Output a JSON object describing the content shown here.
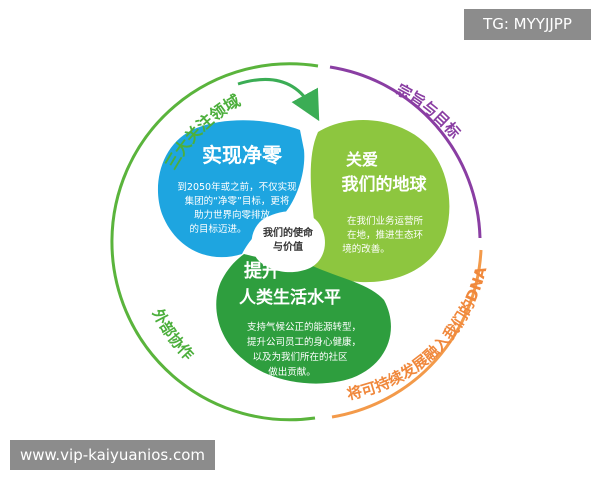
{
  "watermark": {
    "tag": "TG: MYYJJPP",
    "url": "www.vip-kaiyuanios.com"
  },
  "ring_labels": {
    "top_left": "三大关注领域",
    "top_right": "宗旨与目标",
    "bottom_right": "将可持续发展融入我们的DNA",
    "left": "外部协作"
  },
  "center": {
    "line1": "我们的使命",
    "line2": "与价值"
  },
  "lobes": {
    "blue": {
      "title": "实现净零",
      "body": [
        "到2050年或之前，不仅实现",
        "集团的“净零”目标，更将",
        "助力世界向零排放",
        "的目标迈进。"
      ]
    },
    "lime": {
      "title_lines": [
        "关爱",
        "我们的地球"
      ],
      "body": [
        "在我们业务运营所",
        "在地，推进生态环",
        "境的改善。"
      ]
    },
    "green": {
      "title_lines": [
        "提升",
        "人类生活水平"
      ],
      "body": [
        "支持气候公正的能源转型，",
        "提升公司员工的身心健康，",
        "以及为我们所在的社区",
        "做出贡献。"
      ]
    }
  },
  "colors": {
    "blue": "#1ea5e0",
    "lime": "#8dc63f",
    "green": "#2e9e3e",
    "ring_green": "#5ab43c",
    "ring_purple": "#8a3ea3",
    "ring_orange": "#f39a4a",
    "arrow_green": "#3bad55"
  }
}
